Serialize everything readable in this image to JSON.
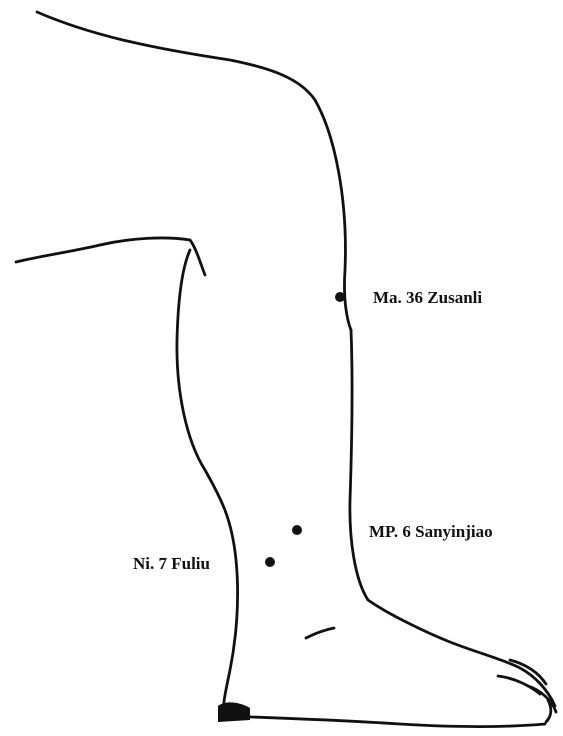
{
  "figure": {
    "points": [
      {
        "id": "ma36",
        "label": "Ma. 36 Zusanli"
      },
      {
        "id": "mp6",
        "label": "MP. 6 Sanyinjiao"
      },
      {
        "id": "ni7",
        "label": "Ni. 7 Fuliu"
      }
    ],
    "colors": {
      "ink": "#111111",
      "background": "#ffffff"
    }
  }
}
